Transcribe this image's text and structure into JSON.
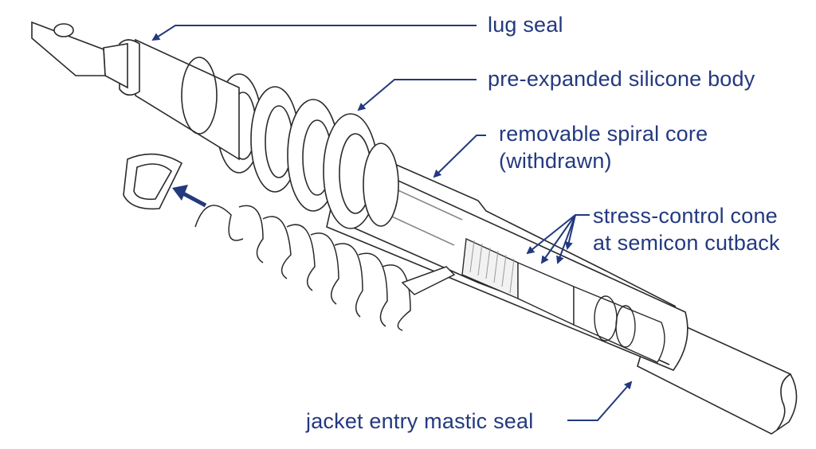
{
  "colors": {
    "line": "#2a2a2a",
    "accent": "#23397f",
    "fill": "#ffffff",
    "shade": "#f2f2f2"
  },
  "labels": {
    "lug_seal": "lug seal",
    "silicone_body": "pre-expanded silicone body",
    "spiral_core_line1": "removable spiral core",
    "spiral_core_line2": "(withdrawn)",
    "stress_cone_line1": "stress-control cone",
    "stress_cone_line2": "at semicon cutback",
    "jacket_seal": "jacket entry mastic seal"
  },
  "icons": {
    "withdraw_arrow": "arrow-up-left-icon"
  }
}
